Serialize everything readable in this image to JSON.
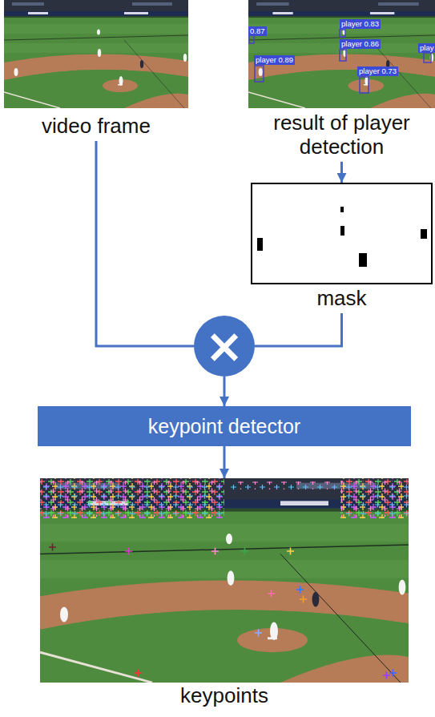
{
  "diagram": {
    "nodes": [
      {
        "text": [
          "video frame"
        ]
      },
      {
        "text": [
          "result of player detection"
        ]
      },
      {
        "text": [
          "mask"
        ]
      },
      {
        "text": [
          "×"
        ]
      },
      {
        "text": [
          "keypoint detector"
        ]
      },
      {
        "text": [
          "keypoints"
        ]
      }
    ],
    "edges": [
      {
        "from": 0,
        "to": 3,
        "arrow": "none"
      },
      {
        "from": 1,
        "to": 2,
        "arrow": "to"
      },
      {
        "from": 2,
        "to": 3,
        "arrow": "none"
      },
      {
        "from": 3,
        "to": 4,
        "arrow": "to"
      },
      {
        "from": 4,
        "to": 5,
        "arrow": "to"
      }
    ],
    "labels": [
      "0.87",
      "player 0.83",
      "player 0.86",
      "player 0.89",
      "player 0.73",
      "play"
    ]
  }
}
